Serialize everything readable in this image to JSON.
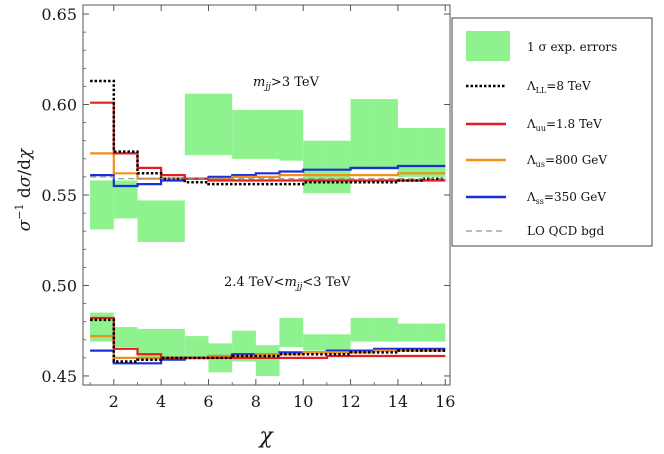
{
  "chart_data": {
    "type": "line",
    "xlabel": "χ",
    "ylabel": "σ⁻¹ dσ/dχ",
    "xlim": [
      0.7,
      16.2
    ],
    "ylim": [
      0.445,
      0.655
    ],
    "x_ticks": [
      2,
      4,
      6,
      8,
      10,
      12,
      14,
      16
    ],
    "x_tick_labels": [
      "2",
      "4",
      "6",
      "8",
      "10",
      "12",
      "14",
      "16"
    ],
    "y_ticks": [
      0.45,
      0.5,
      0.55,
      0.6,
      0.65
    ],
    "y_tick_labels": [
      "0.45",
      "0.50",
      "0.55",
      "0.60",
      "0.65"
    ],
    "grid": false,
    "legend_position": "right, outside plot",
    "annotations": [
      {
        "text": "m_jj>3 TeV",
        "x": 8.5,
        "y": 0.627
      },
      {
        "text": "2.4 TeV<m_jj<3 TeV",
        "x": 8.5,
        "y": 0.503
      }
    ],
    "x_edges": [
      1,
      2,
      3,
      4,
      5,
      6,
      7,
      8,
      9,
      10,
      11,
      12,
      13,
      14,
      15,
      16
    ],
    "error_bands": [
      {
        "name": "upper",
        "lower": [
          0.531,
          0.537,
          0.524,
          0.524,
          0.572,
          0.572,
          0.57,
          0.57,
          0.569,
          0.551,
          0.551,
          0.564,
          0.564,
          0.56,
          0.56
        ],
        "upper": [
          0.558,
          0.558,
          0.547,
          0.547,
          0.606,
          0.606,
          0.597,
          0.597,
          0.597,
          0.58,
          0.58,
          0.603,
          0.603,
          0.587,
          0.587
        ]
      },
      {
        "name": "lower",
        "lower": [
          0.469,
          0.466,
          0.459,
          0.459,
          0.459,
          0.452,
          0.458,
          0.45,
          0.466,
          0.464,
          0.464,
          0.469,
          0.469,
          0.469,
          0.469
        ],
        "upper": [
          0.485,
          0.477,
          0.476,
          0.476,
          0.472,
          0.468,
          0.475,
          0.467,
          0.482,
          0.473,
          0.473,
          0.482,
          0.482,
          0.479,
          0.479
        ]
      }
    ],
    "series": [
      {
        "name": "Λ_LL=8 TeV",
        "color": "#000000",
        "dash": "dotted",
        "width": 2.5,
        "values": [
          0.613,
          0.574,
          0.562,
          0.559,
          0.557,
          0.556,
          0.556,
          0.556,
          0.556,
          0.557,
          0.557,
          0.557,
          0.557,
          0.558,
          0.559
        ]
      },
      {
        "name": "Λ_LL=8 TeV (2.4–3 TeV)",
        "color": "#000000",
        "dash": "dotted",
        "width": 2.5,
        "values": [
          0.481,
          0.458,
          0.459,
          0.46,
          0.46,
          0.46,
          0.461,
          0.461,
          0.462,
          0.462,
          0.462,
          0.463,
          0.463,
          0.464,
          0.464
        ]
      },
      {
        "name": "Λ_uu=1.8 TeV",
        "color": "#e02020",
        "dash": "solid",
        "width": 2.2,
        "values": [
          0.601,
          0.573,
          0.565,
          0.561,
          0.559,
          0.558,
          0.558,
          0.558,
          0.558,
          0.558,
          0.558,
          0.558,
          0.558,
          0.558,
          0.558
        ]
      },
      {
        "name": "Λ_uu=1.8 TeV (2.4–3 TeV)",
        "color": "#e02020",
        "dash": "solid",
        "width": 2.2,
        "values": [
          0.482,
          0.465,
          0.462,
          0.46,
          0.46,
          0.46,
          0.46,
          0.46,
          0.46,
          0.46,
          0.461,
          0.461,
          0.461,
          0.461,
          0.461
        ]
      },
      {
        "name": "Λ_us=800 GeV",
        "color": "#f0901a",
        "dash": "solid",
        "width": 2.2,
        "values": [
          0.573,
          0.562,
          0.559,
          0.559,
          0.559,
          0.559,
          0.56,
          0.56,
          0.561,
          0.561,
          0.561,
          0.561,
          0.561,
          0.562,
          0.562
        ]
      },
      {
        "name": "Λ_us=800 GeV (2.4–3 TeV)",
        "color": "#f0901a",
        "dash": "solid",
        "width": 2.2,
        "values": [
          0.472,
          0.46,
          0.46,
          0.46,
          0.46,
          0.461,
          0.461,
          0.462,
          0.462,
          0.463,
          0.463,
          0.463,
          0.464,
          0.464,
          0.464
        ]
      },
      {
        "name": "Λ_ss=350 GeV",
        "color": "#1c2fd6",
        "dash": "solid",
        "width": 2.2,
        "values": [
          0.561,
          0.555,
          0.556,
          0.558,
          0.559,
          0.56,
          0.561,
          0.562,
          0.563,
          0.564,
          0.564,
          0.565,
          0.565,
          0.566,
          0.566
        ]
      },
      {
        "name": "Λ_ss=350 GeV (2.4–3 TeV)",
        "color": "#1c2fd6",
        "dash": "solid",
        "width": 2.2,
        "values": [
          0.464,
          0.457,
          0.457,
          0.459,
          0.46,
          0.461,
          0.462,
          0.462,
          0.463,
          0.463,
          0.464,
          0.464,
          0.465,
          0.465,
          0.465
        ]
      },
      {
        "name": "LO QCD bgd",
        "color": "#909090",
        "dash": "dashed",
        "width": 1.2,
        "values": [
          0.56,
          0.559,
          0.559,
          0.559,
          0.559,
          0.559,
          0.559,
          0.559,
          0.559,
          0.559,
          0.559,
          0.559,
          0.559,
          0.559,
          0.559
        ]
      }
    ],
    "legend": [
      {
        "kind": "band",
        "color": "#8ef28e",
        "label": "1 σ exp. errors"
      },
      {
        "kind": "line",
        "color": "#000000",
        "dash": "dotted",
        "label_main": "Λ",
        "label_sub": "LL",
        "label_rest": "=8 TeV"
      },
      {
        "kind": "line",
        "color": "#e02020",
        "dash": "solid",
        "label_main": "Λ",
        "label_sub": "uu",
        "label_rest": "=1.8 TeV"
      },
      {
        "kind": "line",
        "color": "#f0901a",
        "dash": "solid",
        "label_main": "Λ",
        "label_sub": "us",
        "label_rest": "=800 GeV"
      },
      {
        "kind": "line",
        "color": "#1c2fd6",
        "dash": "solid",
        "label_main": "Λ",
        "label_sub": "ss",
        "label_rest": "=350 GeV"
      },
      {
        "kind": "line",
        "color": "#909090",
        "dash": "dashed",
        "label": "LO QCD bgd"
      }
    ],
    "colors": {
      "band": "#8ef28e",
      "frame": "#555555"
    }
  }
}
